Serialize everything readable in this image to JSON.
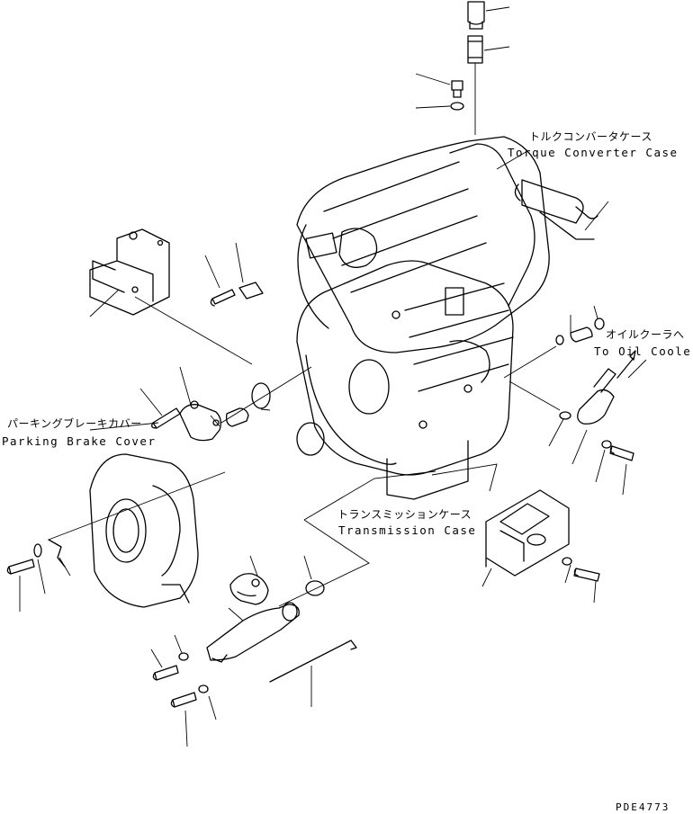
{
  "labels": {
    "torque_converter_case_jp": "トルクコンバータケース",
    "torque_converter_case_en": "Torque Converter Case",
    "oil_cooler_jp": "オイルクーラへ",
    "oil_cooler_en": "To Oil Cooler",
    "parking_brake_cover_jp": "パーキングブレーキカバー",
    "parking_brake_cover_en": "Parking Brake Cover",
    "transmission_case_jp": "トランスミッションケース",
    "transmission_case_en": "Transmission Case",
    "drawing_code": "PDE4773"
  }
}
